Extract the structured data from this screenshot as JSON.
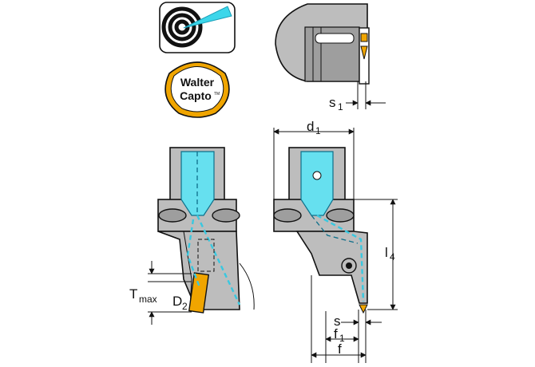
{
  "badge": {
    "brand_line1": "Walter",
    "brand_line2": "Capto",
    "trademark": "TM"
  },
  "icons": {
    "coolant_icon": "coolant-jet-target-icon",
    "accent_cyan": "#3cd6ea",
    "badge_orange": "#f0a500"
  },
  "labels": {
    "s1": "s",
    "s1_sub": "1",
    "d1": "d",
    "d1_sub": "1",
    "l4": "l",
    "l4_sub": "4",
    "s": "s",
    "f1": "f",
    "f1_sub": "1",
    "f": "f",
    "tmax": "T",
    "tmax_sub": "max",
    "d2": "D",
    "d2_sub": "2"
  }
}
